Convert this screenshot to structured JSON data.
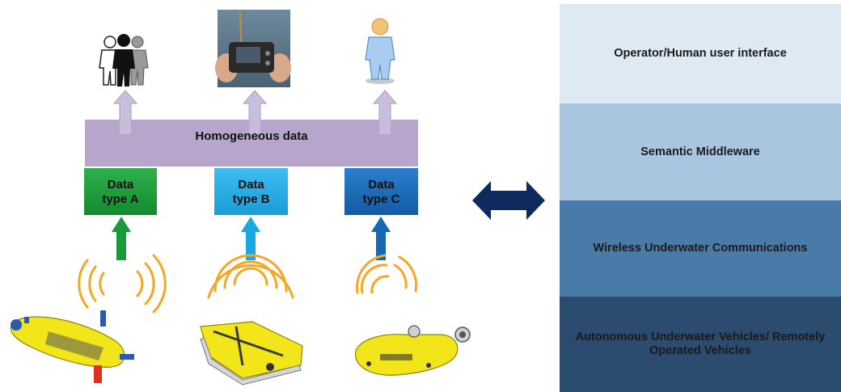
{
  "middle_box": {
    "label": "Homogeneous data"
  },
  "data_types": [
    {
      "label": "Data\ntype A",
      "color": "#1a9a3a"
    },
    {
      "label": "Data\ntype B",
      "color": "#1aa8e0"
    },
    {
      "label": "Data\ntype C",
      "color": "#1668b5"
    }
  ],
  "layers": [
    {
      "label": "Operator/Human user interface",
      "color": "#dde9f3"
    },
    {
      "label": "Semantic Middleware",
      "color": "#a9c5e0"
    },
    {
      "label": "Wireless Underwater Communications",
      "color": "#4a7aa8"
    },
    {
      "label": "Autonomous Underwater Vehicles/ Remotely Operated Vehicles",
      "color": "#2b4b6f"
    }
  ],
  "colors": {
    "homogeneous_box": "#b8a5cc",
    "up_arrow": "#c9bedb",
    "double_arrow": "#0f2a5c",
    "signal": "#f5a623",
    "vehicle_yellow": "#f2e51a"
  },
  "icons": [
    "people-group-icon",
    "remote-controller-photo-icon",
    "operator-person-icon",
    "auv-yellow-icon",
    "glider-yellow-icon",
    "rov-yellow-icon",
    "signal-waves-icon",
    "double-arrow-icon"
  ]
}
